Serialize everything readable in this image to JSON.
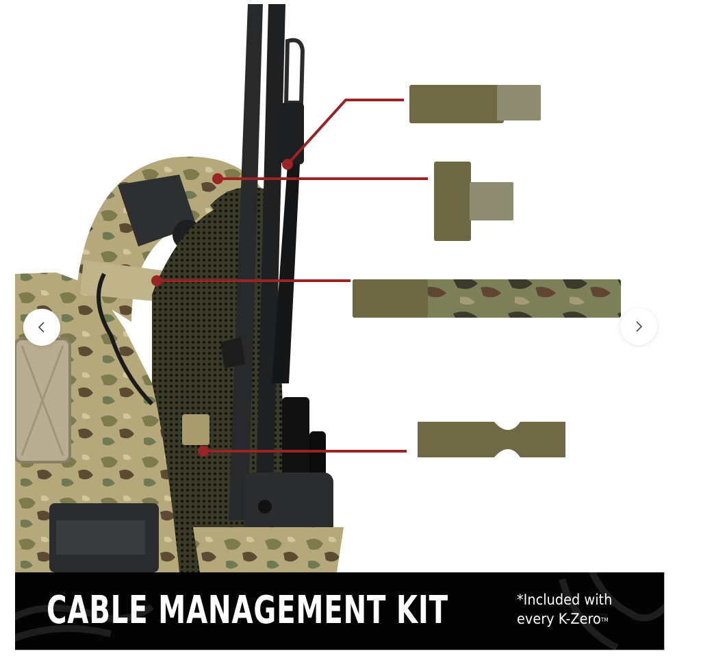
{
  "slide": {
    "alt": "Cable management kit components shown attached to a plate carrier with radio antennas",
    "banner": {
      "title": "CABLE MANAGEMENT KIT",
      "note_line1": "*Included with",
      "note_line2": "every K-Zero",
      "trademark": "TM"
    },
    "callouts": [
      {
        "name": "short-velcro-strap",
        "label": "Short hook-and-loop strap"
      },
      {
        "name": "t-velcro-tab",
        "label": "T-shaped hook-and-loop tab"
      },
      {
        "name": "long-camo-strap",
        "label": "Long multicam strap"
      },
      {
        "name": "notched-velcro-strip",
        "label": "Notched hook-and-loop strip"
      }
    ],
    "colors": {
      "leader_line": "#9b2323",
      "velcro": "#6f6a45",
      "loop": "#8c8b6e",
      "banner_bg": "#030303",
      "banner_text": "#ffffff"
    }
  },
  "carousel": {
    "prev_icon": "chevron-left-icon",
    "next_icon": "chevron-right-icon",
    "prev_label": "Previous slide",
    "next_label": "Next slide"
  }
}
